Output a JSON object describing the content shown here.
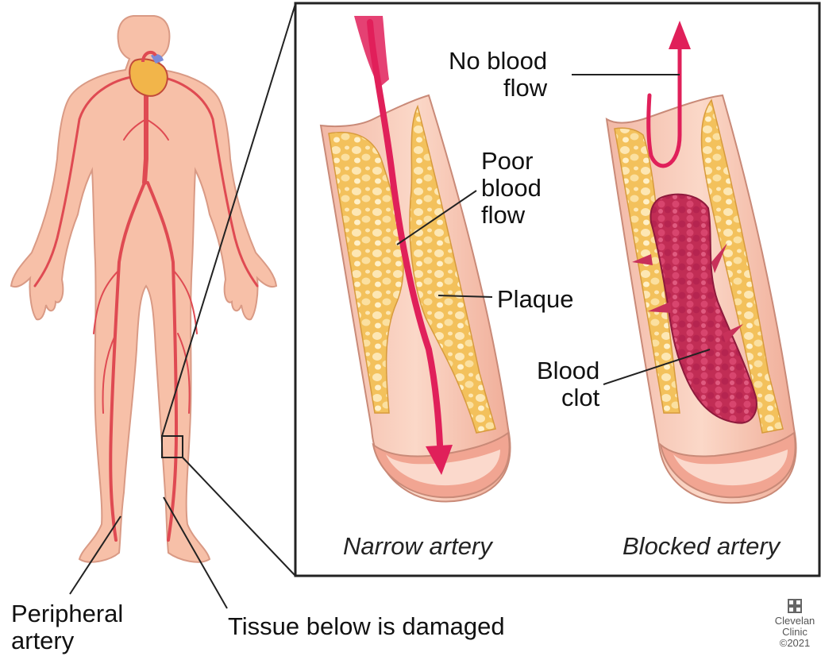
{
  "labels": {
    "no_flow": "No blood\nflow",
    "poor_flow": "Poor\nblood\nflow",
    "plaque": "Plaque",
    "clot": "Blood\nclot",
    "peripheral": "Peripheral\nartery",
    "tissue": "Tissue below is damaged"
  },
  "captions": {
    "narrow": "Narrow artery",
    "blocked": "Blocked artery"
  },
  "credit": {
    "org_line1": "Clevelan",
    "org_line2": "Clinic",
    "copyright": "©2021"
  },
  "colors": {
    "skin": "#f7bfa6",
    "artery": "#e3484f",
    "plaque": "#f5c86a",
    "clot": "#c8315a",
    "flow_arrow": "#e0205a"
  }
}
